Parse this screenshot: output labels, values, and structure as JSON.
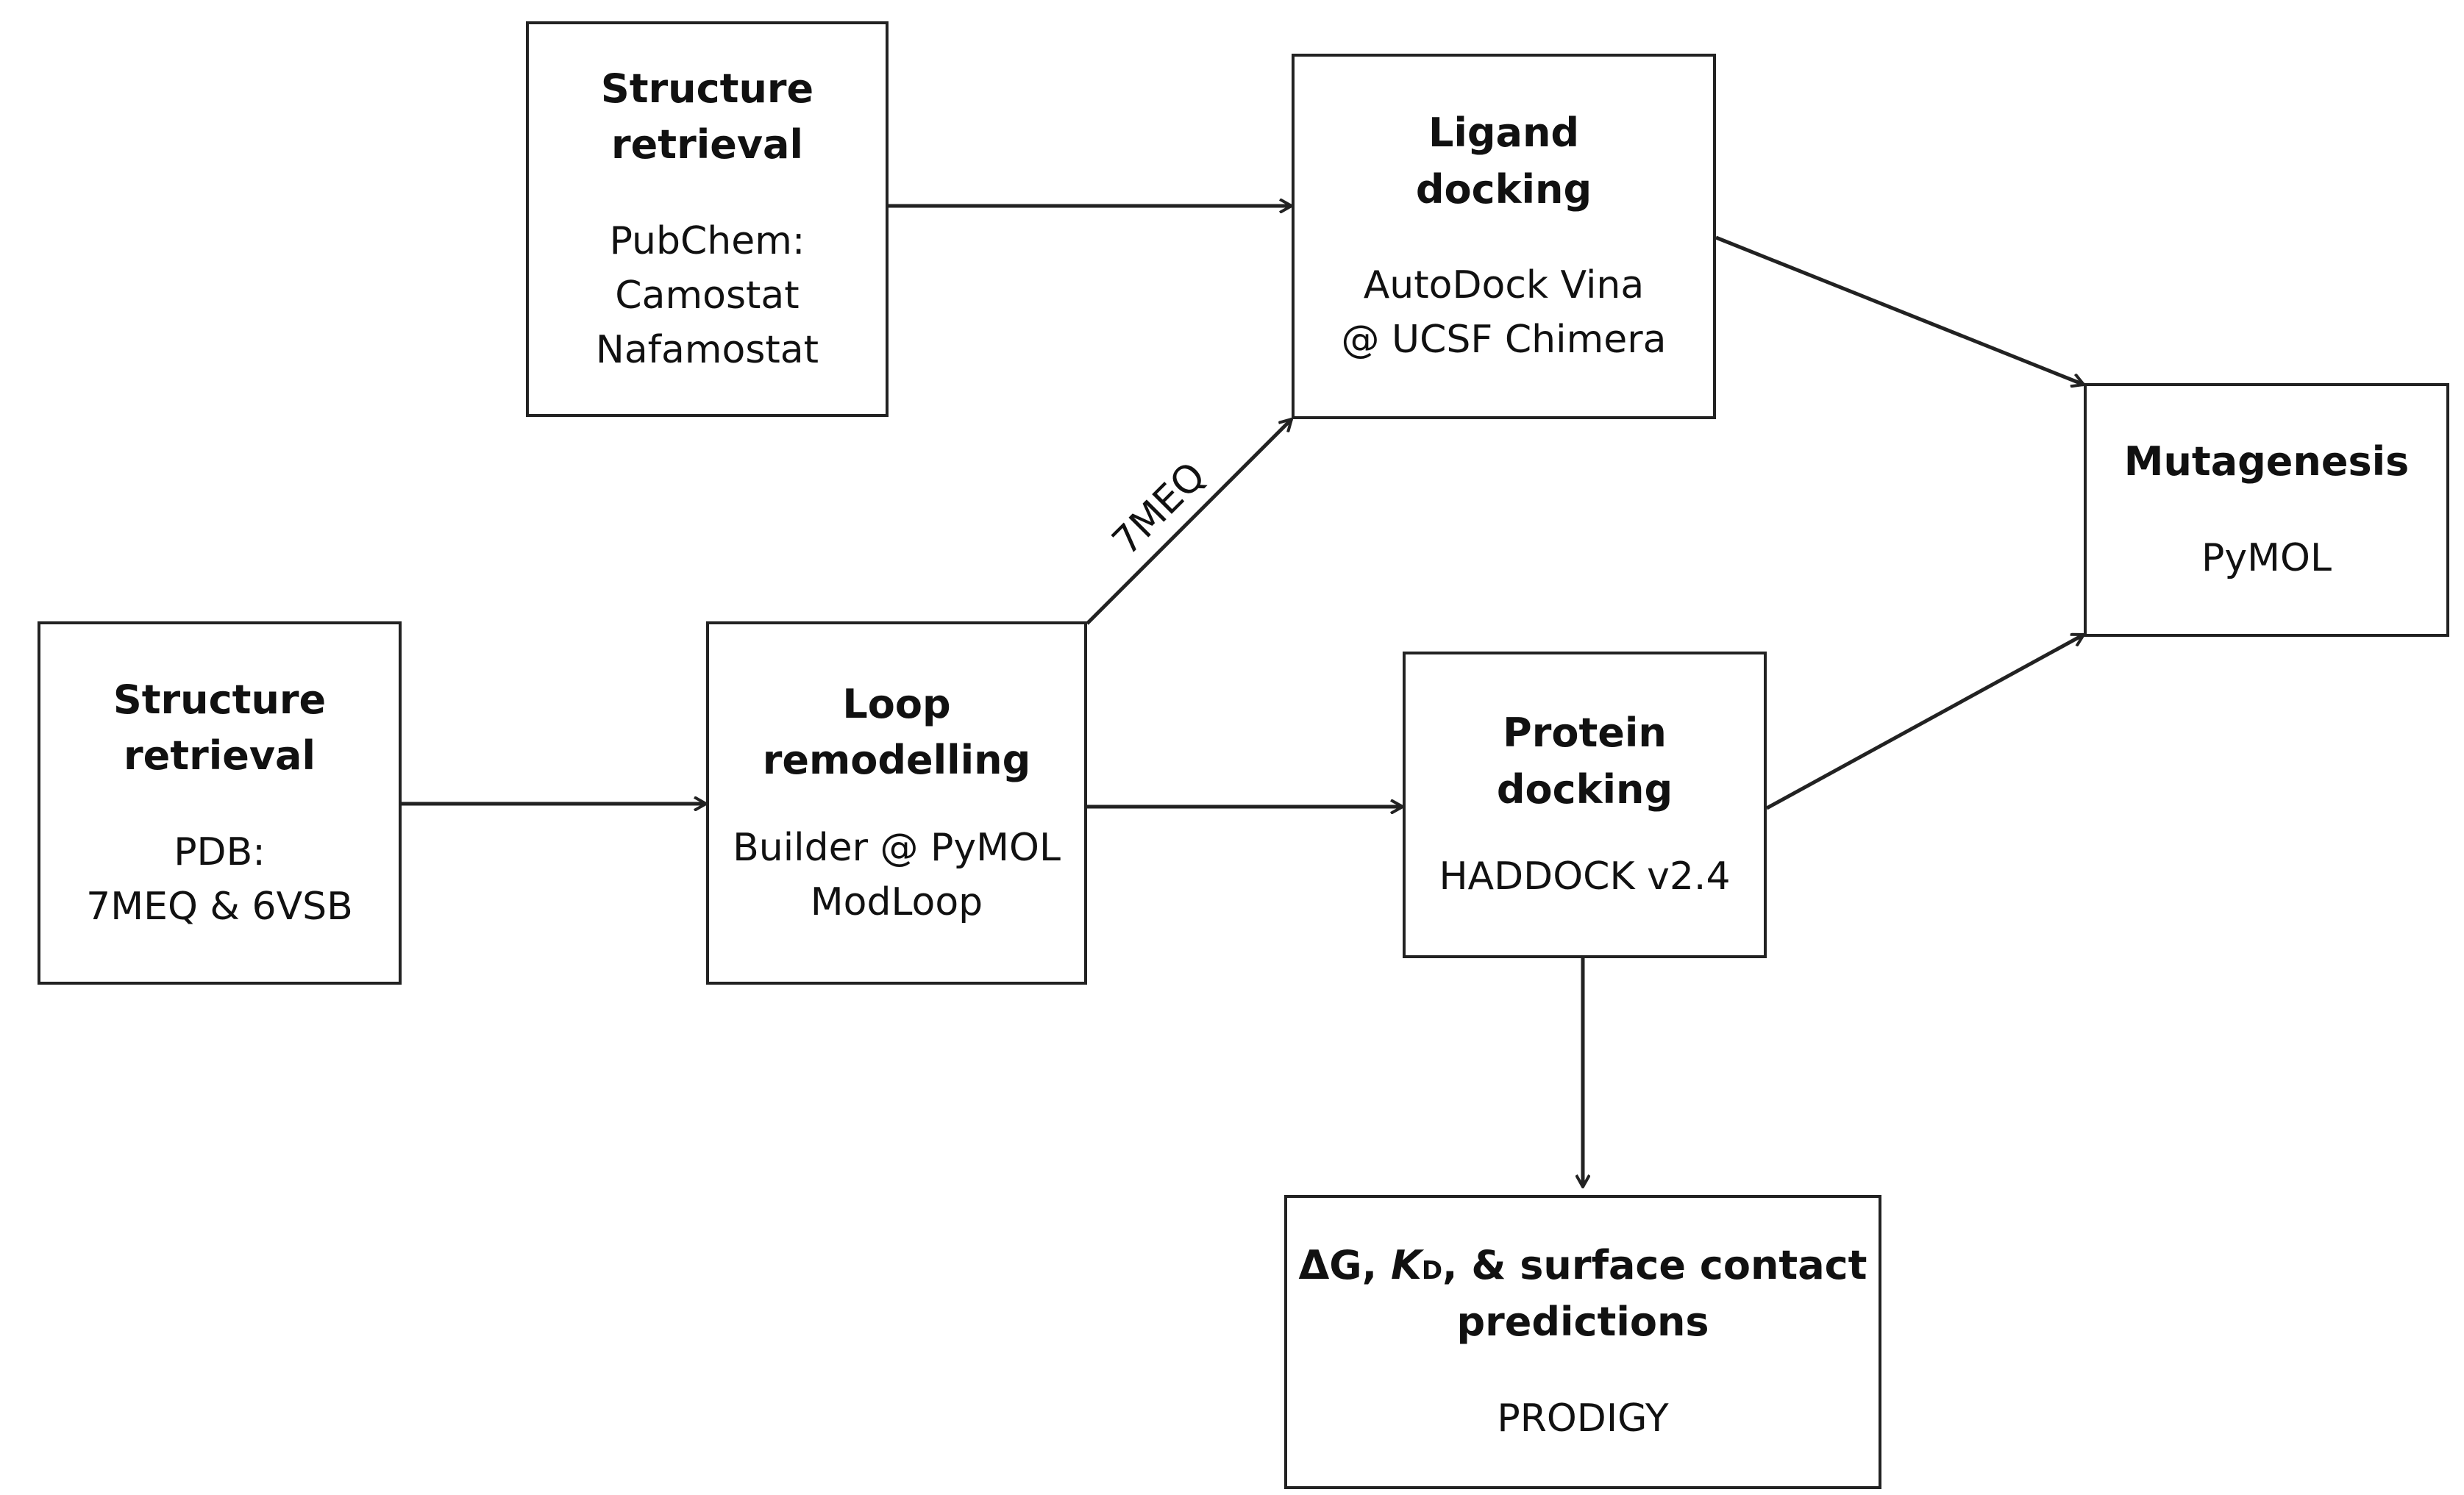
{
  "nodes": {
    "structure_compounds": {
      "title": [
        "Structure",
        "retrieval"
      ],
      "lines": [
        "PubChem:",
        "Camostat",
        "Nafamostat"
      ]
    },
    "ligand_docking": {
      "title": [
        "Ligand",
        "docking"
      ],
      "lines": [
        "AutoDock Vina",
        "@ UCSF Chimera"
      ]
    },
    "mutagenesis": {
      "title": [
        "Mutagenesis"
      ],
      "lines": [
        "PyMOL"
      ]
    },
    "structure_pdb": {
      "title": [
        "Structure",
        "retrieval"
      ],
      "lines": [
        "PDB:",
        "7MEQ & 6VSB"
      ]
    },
    "loop_remodelling": {
      "title": [
        "Loop",
        "remodelling"
      ],
      "lines": [
        "Builder @ PyMOL",
        "ModLoop"
      ]
    },
    "protein_docking": {
      "title": [
        "Protein",
        "docking"
      ],
      "lines": [
        "HADDOCK v2.4"
      ]
    },
    "predictions": {
      "title_parts": {
        "delta_g": "ΔG, ",
        "k": "K",
        "k_sub": "D",
        "rest": ", & surface contact"
      },
      "title_line2": "predictions",
      "lines": [
        "PRODIGY"
      ]
    }
  },
  "edges": {
    "loop_to_ligand_label": "7MEQ"
  },
  "colors": {
    "stroke": "#222222",
    "text": "#111111",
    "background": "#ffffff"
  }
}
